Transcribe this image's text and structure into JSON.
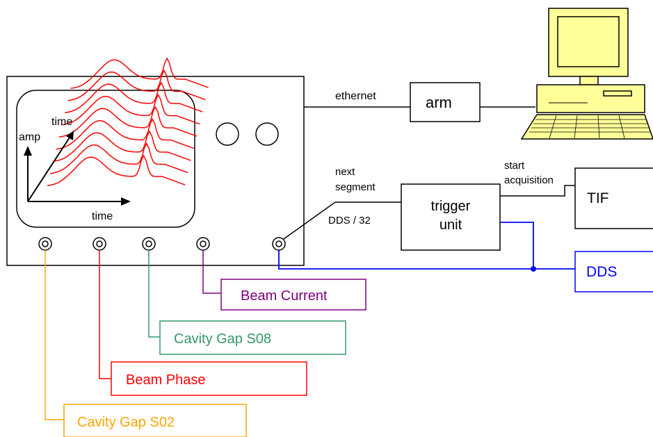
{
  "scope": {
    "screen": {
      "vertical_label": "amp",
      "diagonal_label": "time",
      "horizontal_label": "time",
      "trace_color": "#ff0000"
    },
    "knob_count": 2,
    "connector_count": 5
  },
  "network": {
    "link_label": "ethernet",
    "arm_label": "arm"
  },
  "trigger": {
    "label_line1": "trigger",
    "label_line2": "unit",
    "input_label_line1": "next",
    "input_label_line2": "segment",
    "divider_label": "DDS / 32",
    "output_label_line1": "start",
    "output_label_line2": "acquisition"
  },
  "tif": {
    "label": "TIF"
  },
  "dds": {
    "label": "DDS",
    "color": "#0000ff"
  },
  "channels": [
    {
      "label": "Beam Current",
      "color": "#800080"
    },
    {
      "label": "Cavity Gap S08",
      "color": "#339966"
    },
    {
      "label": "Beam Phase",
      "color": "#ff0000"
    },
    {
      "label": "Cavity Gap S02",
      "color": "#ffa500"
    }
  ],
  "computer": {
    "body_color": "#ffff99"
  }
}
